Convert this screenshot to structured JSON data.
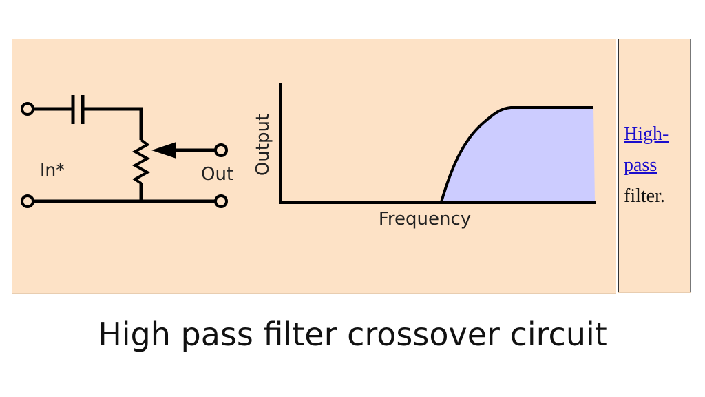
{
  "circuit": {
    "in_label": "In*",
    "out_label": "Out"
  },
  "response": {
    "y_label": "Output",
    "x_label": "Frequency",
    "fill_color": "#ccccff",
    "line_color": "#000000"
  },
  "sidebar": {
    "link_text": "High-pass",
    "suffix_text": "filter."
  },
  "caption": "High pass filter crossover circuit",
  "colors": {
    "panel_background": "#fde2c6",
    "link": "#1a0dcc"
  }
}
